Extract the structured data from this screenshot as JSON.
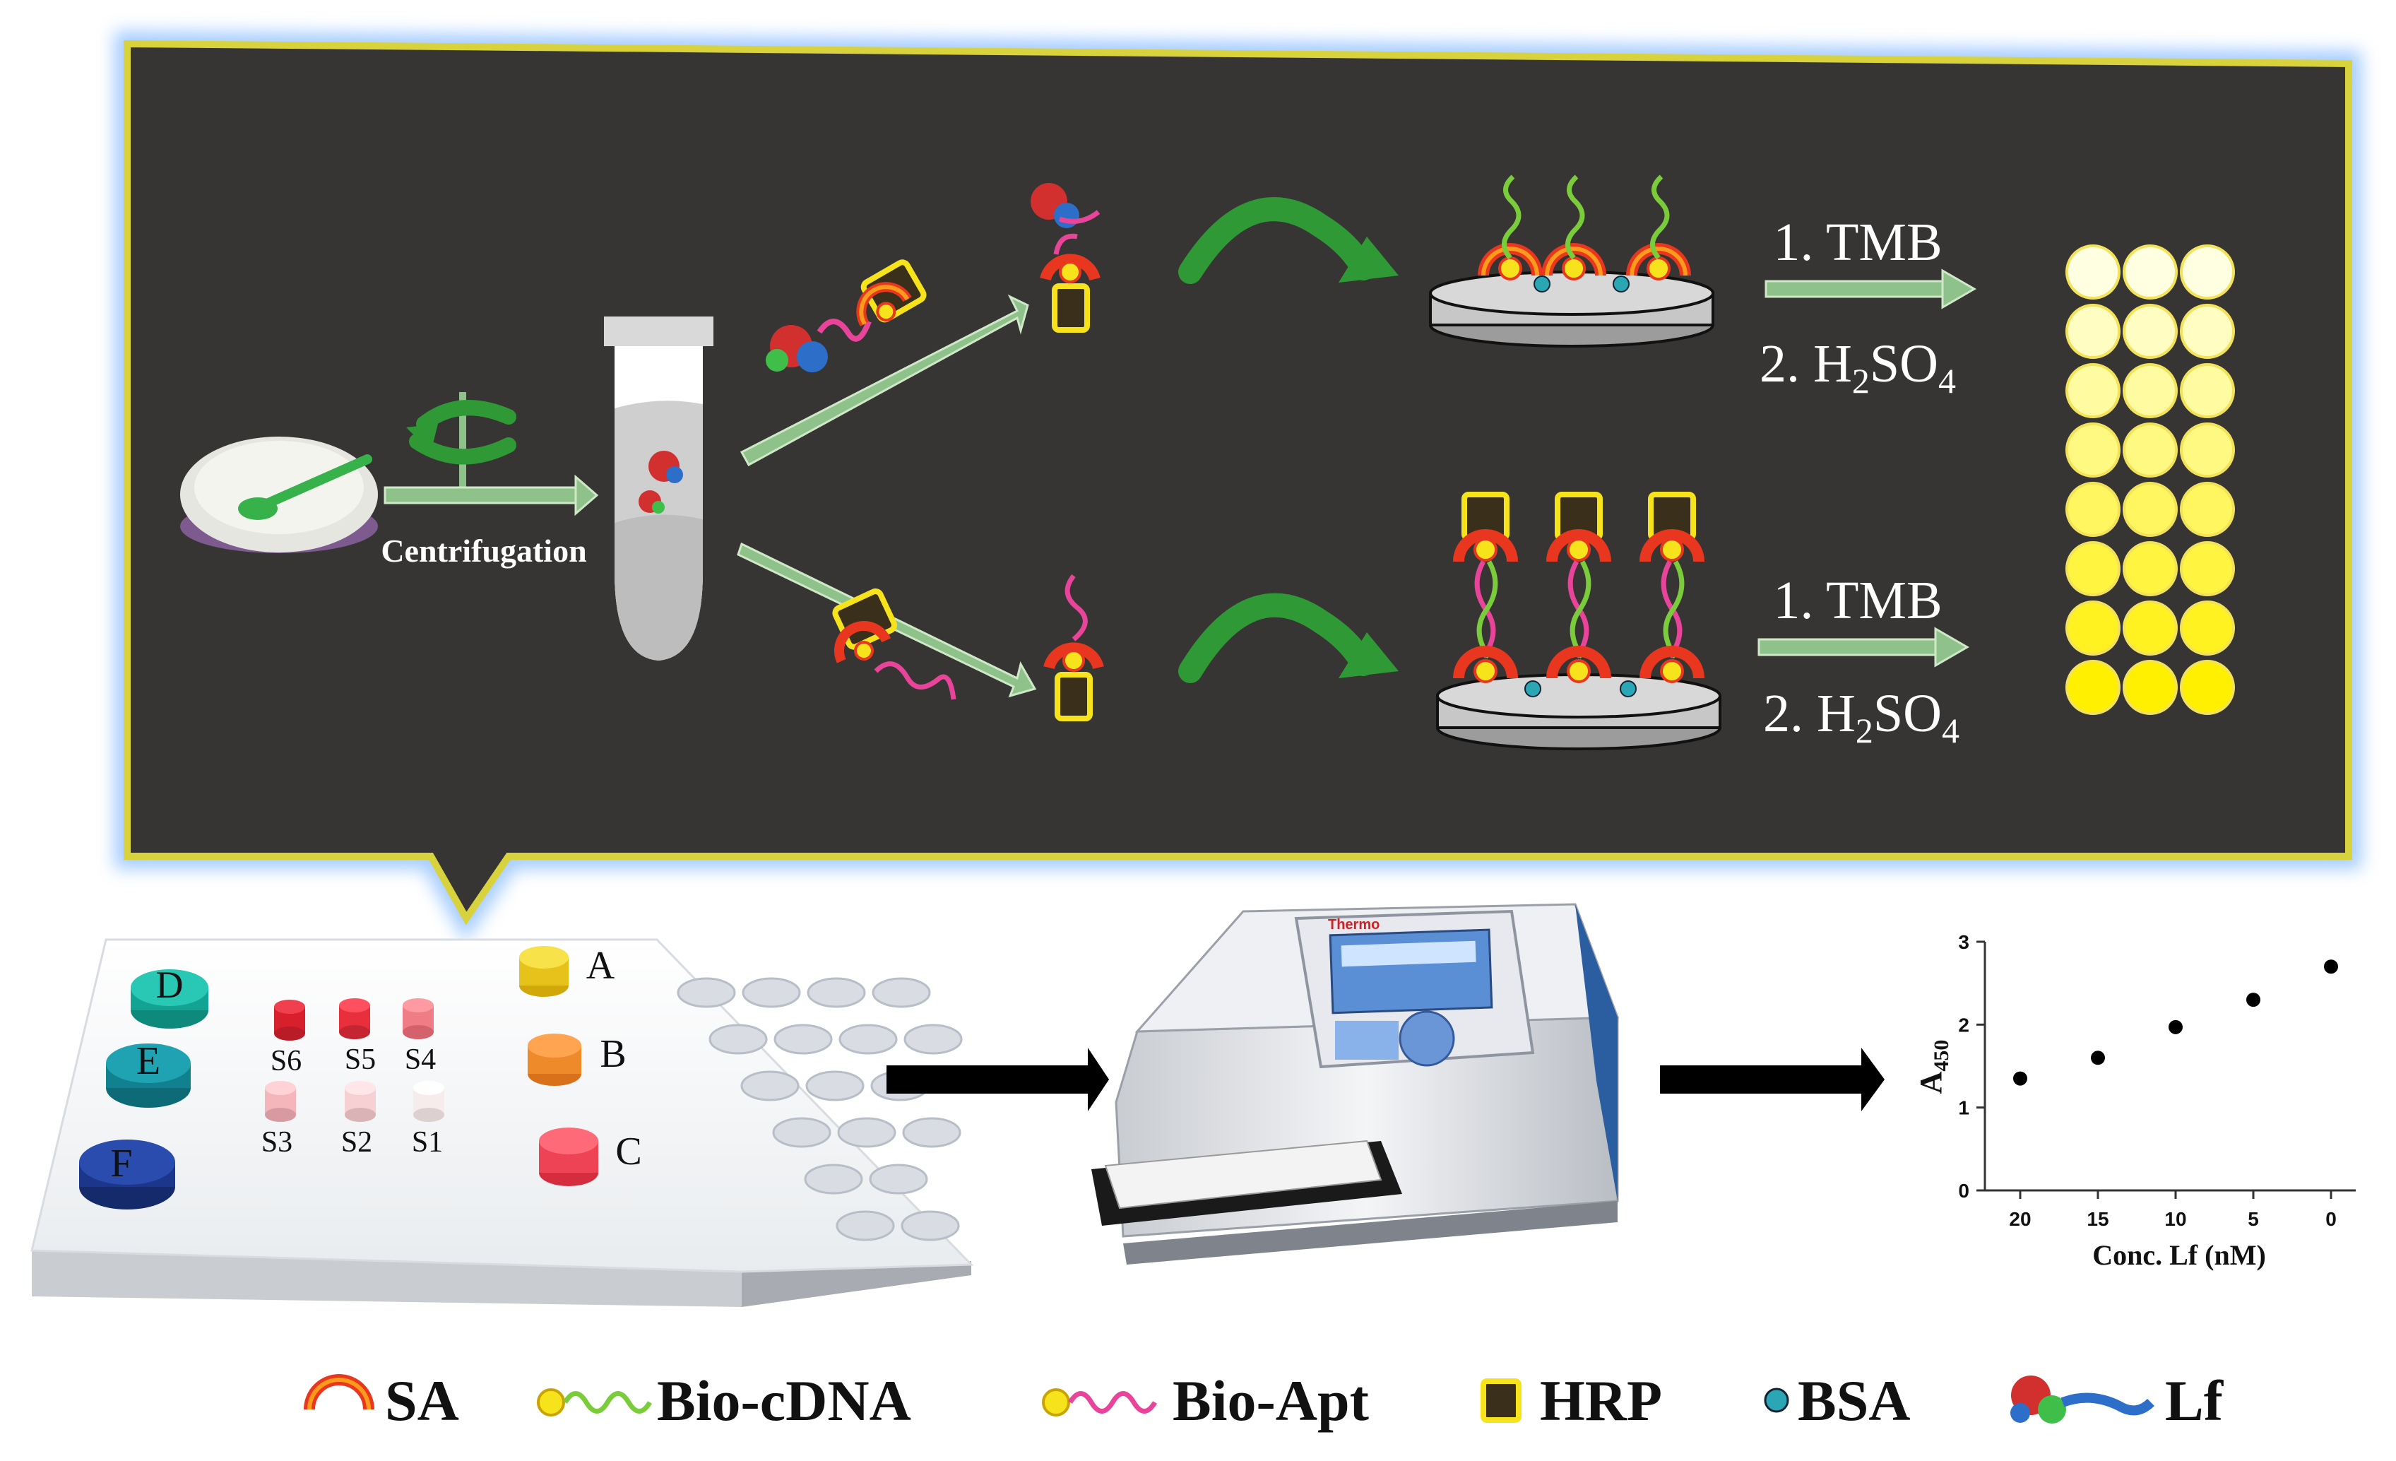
{
  "steps": {
    "centrifugation": "Centrifugation",
    "top_step1": "1. TMB",
    "top_step2_pre": "2. H",
    "top_step2_sub1": "2",
    "top_step2_mid": "SO",
    "top_step2_sub2": "4",
    "bot_step1": "1. TMB",
    "bot_step2_pre": "2. H",
    "bot_step2_sub1": "2",
    "bot_step2_mid": "SO",
    "bot_step2_sub2": "4"
  },
  "vials": {
    "large": [
      "D",
      "E",
      "F",
      "A",
      "B",
      "C"
    ],
    "standards": [
      "S6",
      "S5",
      "S4",
      "S3",
      "S2",
      "S1"
    ]
  },
  "instrument": {
    "brand": "Thermo"
  },
  "chart_data": {
    "type": "scatter",
    "x": [
      20,
      15,
      10,
      5,
      0
    ],
    "y": [
      1.35,
      1.6,
      1.97,
      2.3,
      2.7
    ],
    "xticks": [
      "20",
      "15",
      "10",
      "5",
      "0"
    ],
    "yticks": [
      "0",
      "1",
      "2",
      "3"
    ],
    "xlabel": "Conc. Lf (nM)",
    "ylabel_main": "A",
    "ylabel_sub": "450",
    "ylim": [
      0,
      3
    ],
    "xaxis_reversed": true
  },
  "legend": {
    "sa": "SA",
    "bio_cdna": "Bio-cDNA",
    "bio_apt": "Bio-Apt",
    "hrp": "HRP",
    "bsa": "BSA",
    "lf": "Lf"
  },
  "colors": {
    "panel_bg": "#373533",
    "panel_border": "#d8d23c",
    "panel_glow": "#7fb2ff",
    "arrow_green": "#8fc28a",
    "curve_green": "#2f9a35",
    "sa_red": "#e8371e",
    "sa_orange": "#ff9a1a",
    "hrp_yellow": "#f7e31c",
    "cdna_green": "#7bcc3a",
    "apt_pink": "#e8459a",
    "bsa_teal": "#2aa6b5"
  }
}
